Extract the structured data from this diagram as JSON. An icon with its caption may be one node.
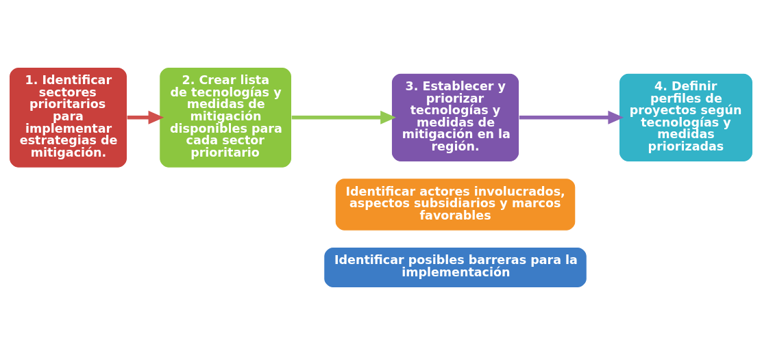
{
  "diagram": {
    "nodes": [
      {
        "text": [
          "1. Identificar sectores prioritarios para implementar estrategias de mitigación."
        ]
      },
      {
        "text": [
          "2. Crear lista de tecnologías y medidas de mitigación disponibles para cada sector prioritario"
        ]
      },
      {
        "text": [
          "3. Establecer y priorizar tecnologías y medidas de mitigación en la región."
        ]
      },
      {
        "text": [
          "4. Definir perfiles de proyectos según tecnologías y medidas priorizadas"
        ]
      },
      {
        "text": [
          "Identificar actores involucrados, aspectos subsidiarios y marcos favorables"
        ]
      },
      {
        "text": [
          "Identificar posibles barreras para la implementación"
        ]
      }
    ],
    "edges": [
      {
        "from": 0,
        "to": 1,
        "arrow": "to",
        "color": "#d0504c"
      },
      {
        "from": 1,
        "to": 2,
        "arrow": "to",
        "color": "#93c952"
      },
      {
        "from": 2,
        "to": 3,
        "arrow": "to",
        "color": "#8a62b3"
      }
    ]
  }
}
